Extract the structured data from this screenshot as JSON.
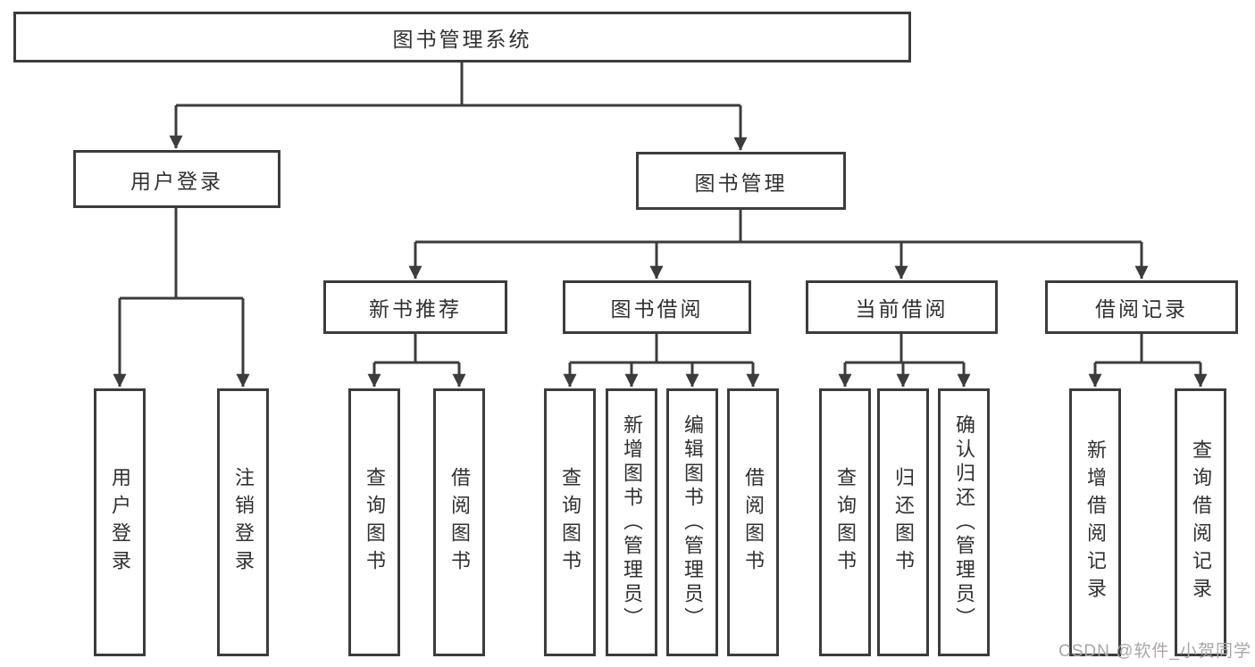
{
  "tree": {
    "label": "图书管理系统",
    "children": [
      {
        "label": "用户登录",
        "children": [
          {
            "label": "用户登录"
          },
          {
            "label": "注销登录"
          }
        ]
      },
      {
        "label": "图书管理",
        "children": [
          {
            "label": "新书推荐",
            "children": [
              {
                "label": "查询图书"
              },
              {
                "label": "借阅图书"
              }
            ]
          },
          {
            "label": "图书借阅",
            "children": [
              {
                "label": "查询图书"
              },
              {
                "label": "新增图书（管理员）"
              },
              {
                "label": "编辑图书（管理员）"
              },
              {
                "label": "借阅图书"
              }
            ]
          },
          {
            "label": "当前借阅",
            "children": [
              {
                "label": "查询图书"
              },
              {
                "label": "归还图书"
              },
              {
                "label": "确认归还（管理员）"
              }
            ]
          },
          {
            "label": "借阅记录",
            "children": [
              {
                "label": "新增借阅记录"
              },
              {
                "label": "查询借阅记录"
              }
            ]
          }
        ]
      }
    ]
  },
  "watermark": "CSDN @软件_小贺同学",
  "colors": {
    "line": "#3c3c3e",
    "text": "#303032",
    "watermark": "#a9a6a6",
    "background": "#ffffff"
  }
}
